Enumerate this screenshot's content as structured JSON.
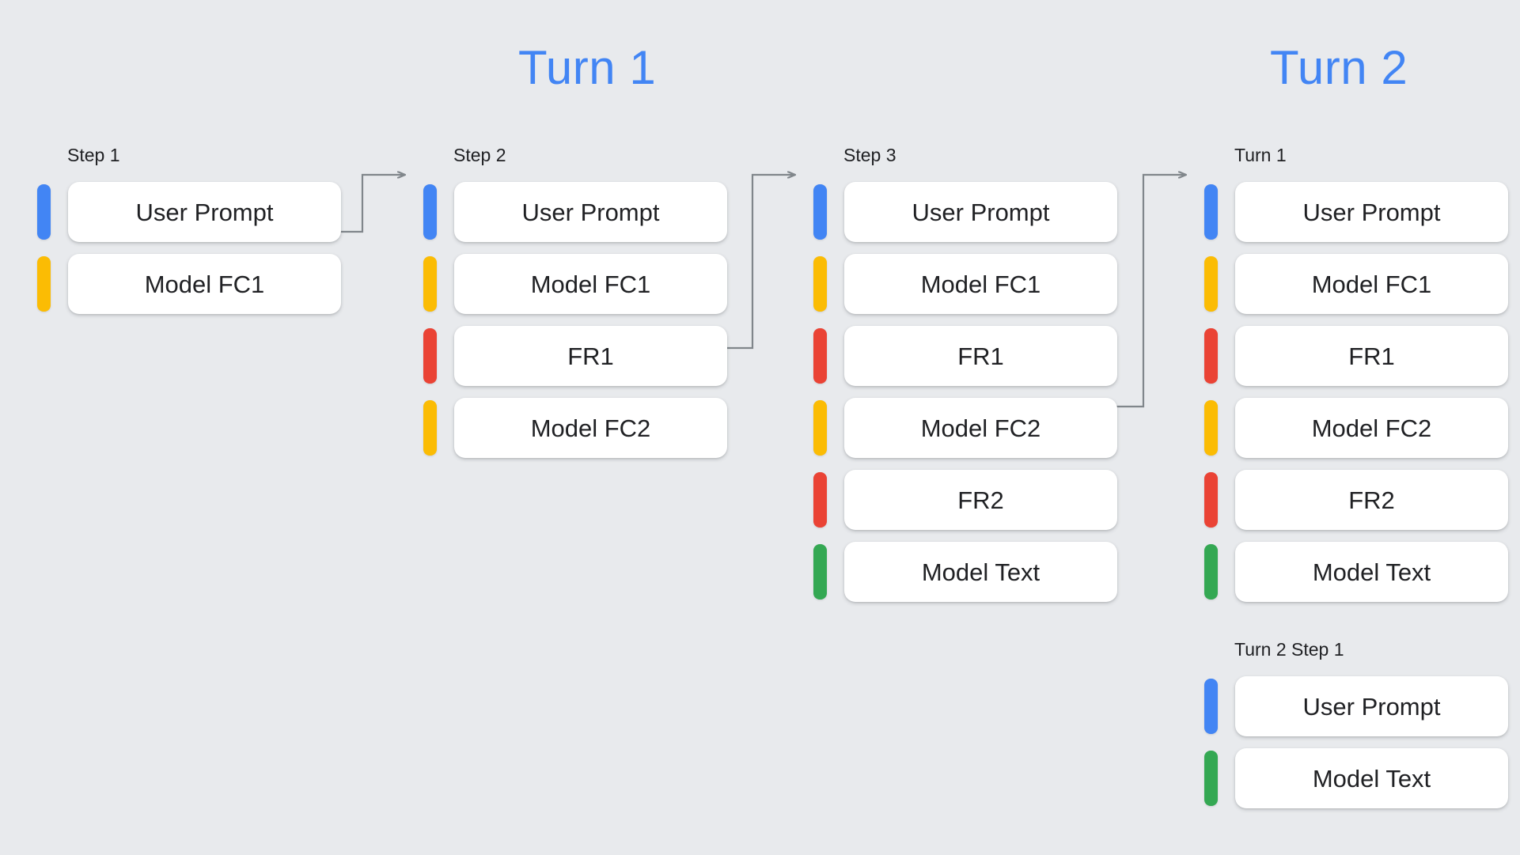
{
  "background_color": "#e8eaed",
  "accent_color": "#4285f4",
  "headings": {
    "turn1": "Turn 1",
    "turn2": "Turn 2"
  },
  "role_colors": {
    "user": "#4285f4",
    "model_fc": "#fbbc04",
    "function_response": "#ea4335",
    "model_text": "#34a853"
  },
  "columns": [
    {
      "id": "step1",
      "label": "Step 1",
      "rows": [
        {
          "label": "User Prompt",
          "color": "#4285f4",
          "role": "user"
        },
        {
          "label": "Model FC1",
          "color": "#fbbc04",
          "role": "model_fc"
        }
      ]
    },
    {
      "id": "step2",
      "label": "Step 2",
      "rows": [
        {
          "label": "User Prompt",
          "color": "#4285f4",
          "role": "user"
        },
        {
          "label": "Model FC1",
          "color": "#fbbc04",
          "role": "model_fc"
        },
        {
          "label": "FR1",
          "color": "#ea4335",
          "role": "function_response"
        },
        {
          "label": "Model FC2",
          "color": "#fbbc04",
          "role": "model_fc"
        }
      ]
    },
    {
      "id": "step3",
      "label": "Step 3",
      "rows": [
        {
          "label": "User Prompt",
          "color": "#4285f4",
          "role": "user"
        },
        {
          "label": "Model FC1",
          "color": "#fbbc04",
          "role": "model_fc"
        },
        {
          "label": "FR1",
          "color": "#ea4335",
          "role": "function_response"
        },
        {
          "label": "Model FC2",
          "color": "#fbbc04",
          "role": "model_fc"
        },
        {
          "label": "FR2",
          "color": "#ea4335",
          "role": "function_response"
        },
        {
          "label": "Model Text",
          "color": "#34a853",
          "role": "model_text"
        }
      ]
    },
    {
      "id": "turn1",
      "label": "Turn 1",
      "rows": [
        {
          "label": "User Prompt",
          "color": "#4285f4",
          "role": "user"
        },
        {
          "label": "Model FC1",
          "color": "#fbbc04",
          "role": "model_fc"
        },
        {
          "label": "FR1",
          "color": "#ea4335",
          "role": "function_response"
        },
        {
          "label": "Model FC2",
          "color": "#fbbc04",
          "role": "model_fc"
        },
        {
          "label": "FR2",
          "color": "#ea4335",
          "role": "function_response"
        },
        {
          "label": "Model Text",
          "color": "#34a853",
          "role": "model_text"
        }
      ]
    },
    {
      "id": "turn2step1",
      "label": "Turn 2 Step 1",
      "rows": [
        {
          "label": "User Prompt",
          "color": "#4285f4",
          "role": "user"
        },
        {
          "label": "Model Text",
          "color": "#34a853",
          "role": "model_text"
        }
      ]
    }
  ],
  "connectors": [
    {
      "id": "step1-to-step2",
      "from": "step1.Model FC1",
      "to": "step2.User Prompt"
    },
    {
      "id": "step2-to-step3",
      "from": "step2.Model FC2",
      "to": "step3.User Prompt"
    },
    {
      "id": "step3-to-turn1",
      "from": "step3.FR2",
      "to": "turn1.User Prompt"
    }
  ],
  "connector_color": "#80868b"
}
